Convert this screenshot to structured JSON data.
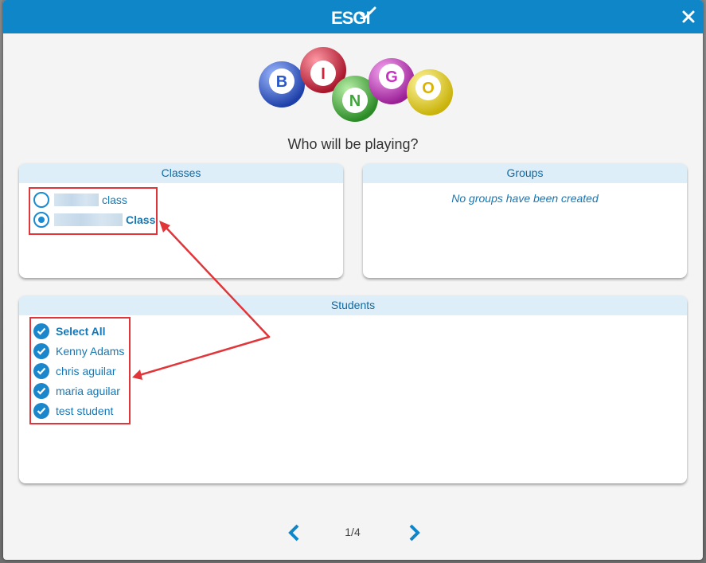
{
  "header": {
    "logo": "ESGI",
    "close_icon": "close-icon"
  },
  "bingo": {
    "letters": [
      "B",
      "I",
      "N",
      "G",
      "O"
    ],
    "colors": [
      "#2b57c9",
      "#d0243a",
      "#3fa63a",
      "#c631c2",
      "#e2d21a"
    ]
  },
  "question": "Who will be playing?",
  "classes": {
    "title": "Classes",
    "items": [
      {
        "label": "class",
        "selected": false
      },
      {
        "label": "Class",
        "selected": true
      }
    ]
  },
  "groups": {
    "title": "Groups",
    "empty_message": "No groups have been created"
  },
  "students": {
    "title": "Students",
    "select_all": "Select All",
    "items": [
      "Kenny Adams",
      "chris aguilar",
      "maria aguilar",
      "test student"
    ]
  },
  "pager": {
    "indicator": "1/4"
  },
  "colors": {
    "accent": "#0f86c8",
    "annotation": "#e0363a"
  }
}
